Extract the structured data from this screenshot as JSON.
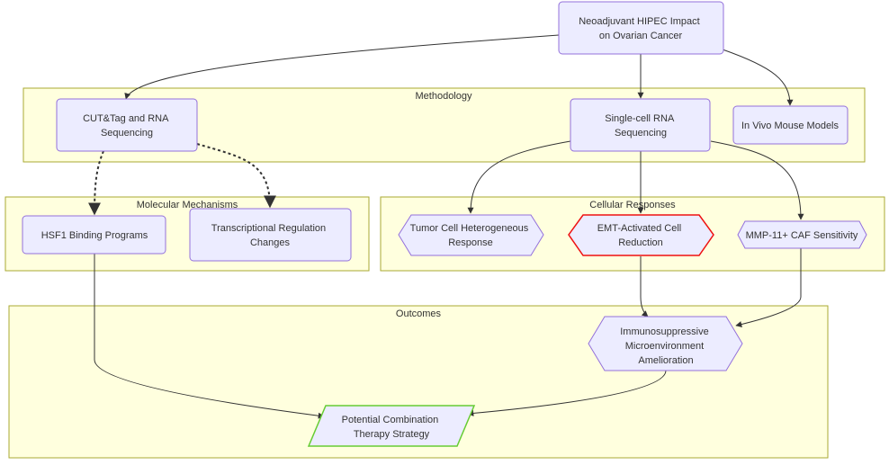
{
  "colors": {
    "cluster_fill": "#ffffde",
    "cluster_stroke": "#aaaa33",
    "node_fill": "#ececff",
    "node_stroke": "#9370db",
    "highlight_stroke": "#ee1111",
    "therapy_stroke": "#66cc33",
    "edge": "#333333"
  },
  "clusters": {
    "methodology": "Methodology",
    "molecular": "Molecular Mechanisms",
    "cellular": "Cellular Responses",
    "outcomes": "Outcomes"
  },
  "nodes": {
    "root": [
      "Neoadjuvant HIPEC Impact",
      "on Ovarian Cancer"
    ],
    "cuttag": [
      "CUT&Tag and RNA",
      "Sequencing"
    ],
    "scrna": [
      "Single-cell RNA",
      "Sequencing"
    ],
    "mouse": [
      "In Vivo Mouse Models"
    ],
    "hsf1": [
      "HSF1 Binding Programs"
    ],
    "transcription": [
      "Transcriptional Regulation",
      "Changes"
    ],
    "tumor": [
      "Tumor Cell Heterogeneous",
      "Response"
    ],
    "emt": [
      "EMT-Activated Cell",
      "Reduction"
    ],
    "mmp": [
      "MMP-11+ CAF Sensitivity"
    ],
    "immuno": [
      "Immunosuppressive",
      "Microenvironment",
      "Amelioration"
    ],
    "therapy": [
      "Potential Combination",
      "Therapy Strategy"
    ]
  },
  "edges": [
    {
      "from": "root",
      "to": "cuttag",
      "style": "solid"
    },
    {
      "from": "root",
      "to": "scrna",
      "style": "solid"
    },
    {
      "from": "root",
      "to": "mouse",
      "style": "solid"
    },
    {
      "from": "cuttag",
      "to": "hsf1",
      "style": "dotted"
    },
    {
      "from": "cuttag",
      "to": "transcription",
      "style": "dotted"
    },
    {
      "from": "scrna",
      "to": "tumor",
      "style": "solid"
    },
    {
      "from": "scrna",
      "to": "emt",
      "style": "solid"
    },
    {
      "from": "scrna",
      "to": "mmp",
      "style": "solid"
    },
    {
      "from": "emt",
      "to": "immuno",
      "style": "solid"
    },
    {
      "from": "mmp",
      "to": "immuno",
      "style": "solid"
    },
    {
      "from": "hsf1",
      "to": "therapy",
      "style": "solid"
    },
    {
      "from": "immuno",
      "to": "therapy",
      "style": "solid"
    }
  ]
}
